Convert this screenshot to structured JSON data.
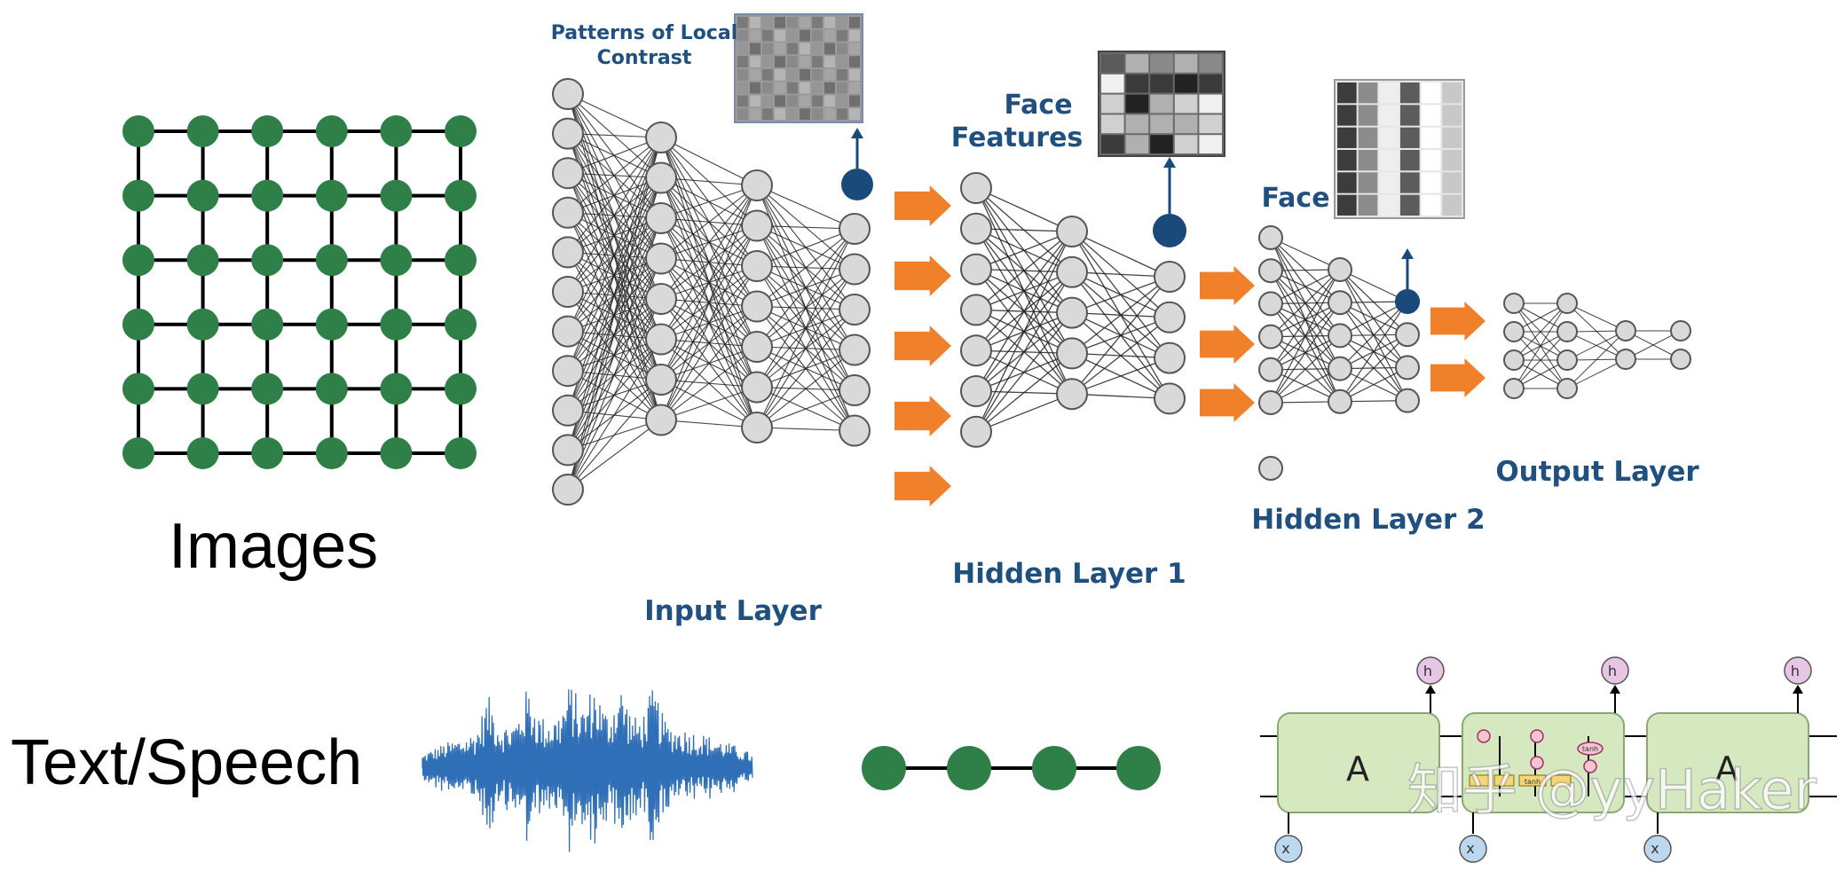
{
  "labels": {
    "images": "Images",
    "text_speech": "Text/Speech",
    "patterns": "Patterns of Local",
    "contrast": "Contrast",
    "face_features_1": "Face",
    "face_features_2": "Features",
    "face": "Face",
    "input_layer": "Input Layer",
    "hidden_layer_1": "Hidden Layer 1",
    "hidden_layer_2": "Hidden Layer 2",
    "output_layer": "Output Layer"
  },
  "lstm": {
    "cell_label_left": "A",
    "cell_label_right": "A",
    "h_prev": "h",
    "h_curr": "h",
    "h_next": "h",
    "x_prev": "x",
    "x_curr": "x",
    "x_next": "x",
    "tanh_1": "tanh",
    "tanh_2": "tanh"
  },
  "watermark": "知乎 @yyHaker",
  "colors": {
    "grid_node": "#2e8048",
    "nn_node_fill": "#d9d9d9",
    "nn_node_stroke": "#555555",
    "out_node": "#1a4a7a",
    "arrow_orange": "#f0802a",
    "label_blue": "#1f5080",
    "wave_blue": "#2f6fb8",
    "lstm_cell": "#d5e8c0",
    "lstm_io": "#e7c6e5",
    "lstm_x": "#bcd7ee"
  }
}
